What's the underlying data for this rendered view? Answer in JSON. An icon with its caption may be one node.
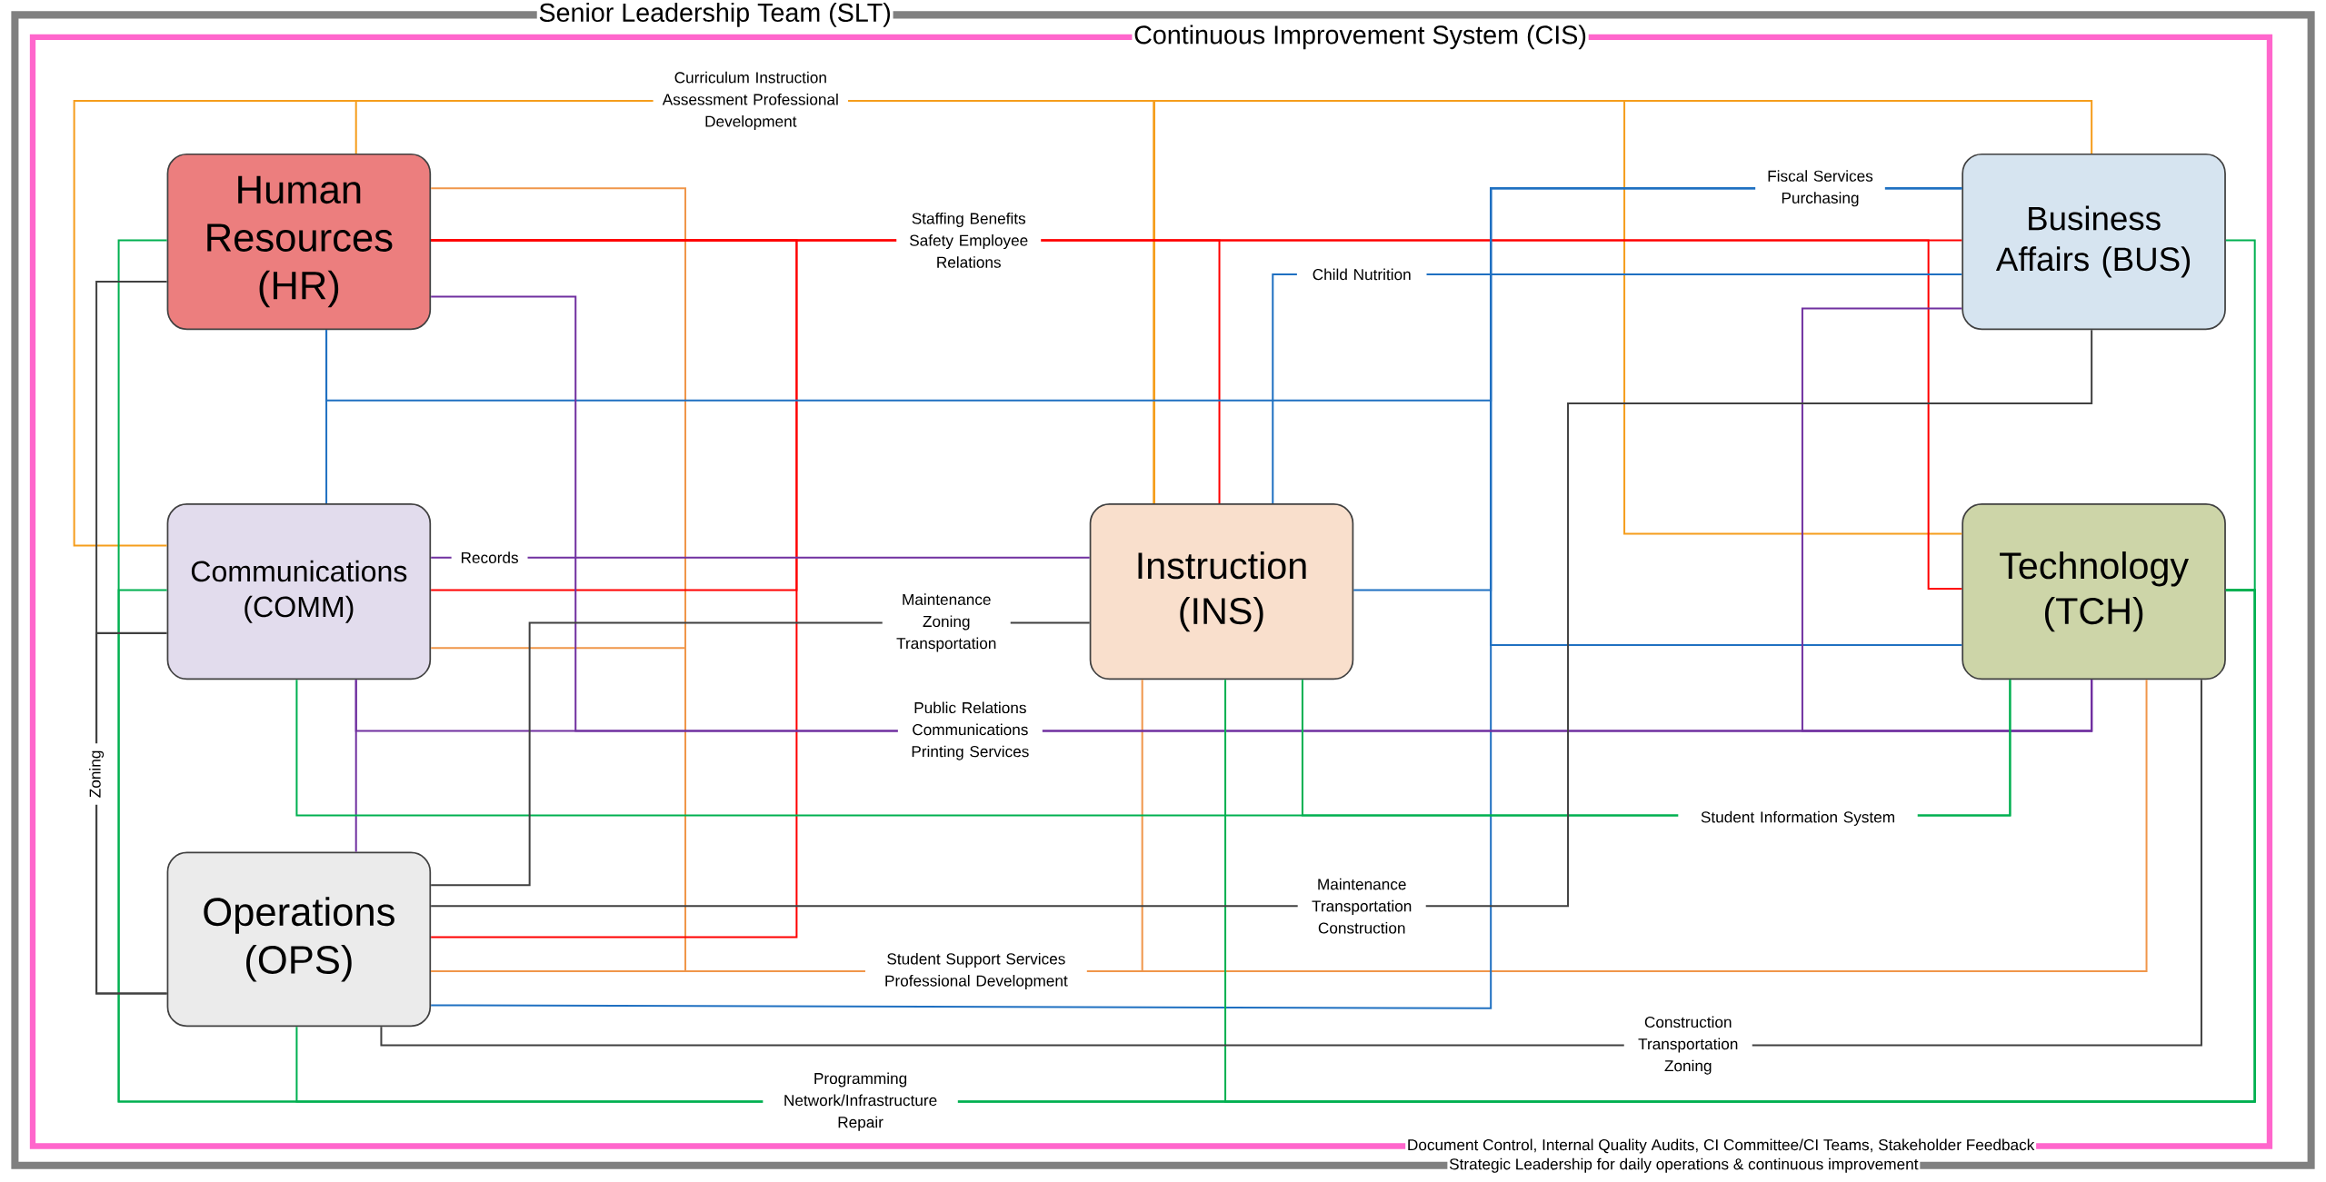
{
  "diagram": {
    "nodes": [
      {
        "text": [
          "Senior Leadership Team (SLT)",
          "Strategic Leadership for daily operations & continuous improvement"
        ]
      },
      {
        "text": [
          "Continuous Improvement System (CIS)",
          "Document Control, Internal Quality Audits, CI Committee/CI Teams, Stakeholder Feedback"
        ],
        "in": 0
      },
      {
        "text": [
          "Human Resources (HR)"
        ],
        "in": 1
      },
      {
        "text": [
          "Communications (COMM)"
        ],
        "in": 1
      },
      {
        "text": [
          "Operations (OPS)"
        ],
        "in": 1
      },
      {
        "text": [
          "Instruction (INS)"
        ],
        "in": 1
      },
      {
        "text": [
          "Business Affairs (BUS)"
        ],
        "in": 1
      },
      {
        "text": [
          "Technology (TCH)"
        ],
        "in": 1
      }
    ],
    "edges": [
      {
        "from": 5,
        "to": 2,
        "arrow": "none",
        "color": "#f59d1c",
        "label": "Curriculum Instruction Assessment Professional Development"
      },
      {
        "from": 5,
        "to": 3,
        "arrow": "none",
        "color": "#f59d1c"
      },
      {
        "from": 5,
        "to": 6,
        "arrow": "none",
        "color": "#f59d1c"
      },
      {
        "from": 5,
        "to": 7,
        "arrow": "none",
        "color": "#f59d1c"
      },
      {
        "from": 4,
        "to": 7,
        "arrow": "none",
        "color": "#f0964a",
        "label": "Student Support Services Professional Development"
      },
      {
        "from": 2,
        "to": 4,
        "arrow": "none",
        "color": "#f0964a"
      },
      {
        "from": 3,
        "to": 4,
        "arrow": "none",
        "color": "#f0964a"
      },
      {
        "from": 5,
        "to": 4,
        "arrow": "none",
        "color": "#f0964a"
      },
      {
        "from": 2,
        "to": 6,
        "arrow": "none",
        "color": "#ff0000",
        "label": "Staffing Benefits Safety Employee Relations"
      },
      {
        "from": 2,
        "to": 3,
        "arrow": "none",
        "color": "#ff0000"
      },
      {
        "from": 2,
        "to": 4,
        "arrow": "none",
        "color": "#ff0000"
      },
      {
        "from": 2,
        "to": 5,
        "arrow": "none",
        "color": "#ff0000"
      },
      {
        "from": 2,
        "to": 7,
        "arrow": "none",
        "color": "#ff0000"
      },
      {
        "from": 6,
        "to": 2,
        "arrow": "none",
        "color": "#1f70c1",
        "label": "Fiscal Services Purchasing"
      },
      {
        "from": 2,
        "to": 3,
        "arrow": "none",
        "color": "#1f70c1"
      },
      {
        "from": 6,
        "to": 4,
        "arrow": "none",
        "color": "#1f70c1"
      },
      {
        "from": 5,
        "to": 6,
        "arrow": "none",
        "color": "#1f70c1",
        "label": "Child Nutrition"
      },
      {
        "from": 5,
        "to": 6,
        "arrow": "none",
        "color": "#1f70c1"
      },
      {
        "from": 7,
        "to": 6,
        "arrow": "none",
        "color": "#1f70c1"
      },
      {
        "from": 3,
        "to": 5,
        "arrow": "none",
        "color": "#7030a0",
        "label": "Records"
      },
      {
        "from": 2,
        "to": 7,
        "arrow": "none",
        "color": "#7030a0"
      },
      {
        "from": 3,
        "to": 7,
        "arrow": "none",
        "color": "#7030a0",
        "label": "Public Relations Communications Printing Services"
      },
      {
        "from": 3,
        "to": 4,
        "arrow": "none",
        "color": "#7030a0"
      },
      {
        "from": 6,
        "to": 7,
        "arrow": "none",
        "color": "#7030a0"
      },
      {
        "from": 2,
        "to": 7,
        "arrow": "none",
        "color": "#00b050",
        "label": "Programming Network/Infrastructure Repair"
      },
      {
        "from": 3,
        "to": 7,
        "arrow": "none",
        "color": "#00b050"
      },
      {
        "from": 4,
        "to": 7,
        "arrow": "none",
        "color": "#00b050"
      },
      {
        "from": 5,
        "to": 7,
        "arrow": "none",
        "color": "#00b050"
      },
      {
        "from": 6,
        "to": 7,
        "arrow": "none",
        "color": "#00b050"
      },
      {
        "from": 3,
        "to": 7,
        "arrow": "none",
        "color": "#00b050",
        "label": "Student Information System"
      },
      {
        "from": 5,
        "to": 7,
        "arrow": "none",
        "color": "#00b050"
      },
      {
        "from": 2,
        "to": 4,
        "arrow": "none",
        "color": "#404040",
        "label": "Zoning"
      },
      {
        "from": 3,
        "to": 4,
        "arrow": "none",
        "color": "#404040"
      },
      {
        "from": 4,
        "to": 5,
        "arrow": "none",
        "color": "#404040",
        "label": "Maintenance Zoning Transportation"
      },
      {
        "from": 4,
        "to": 6,
        "arrow": "none",
        "color": "#404040",
        "label": "Maintenance Transportation Construction"
      },
      {
        "from": 4,
        "to": 7,
        "arrow": "none",
        "color": "#404040",
        "label": "Construction Transportation Zoning"
      }
    ]
  }
}
